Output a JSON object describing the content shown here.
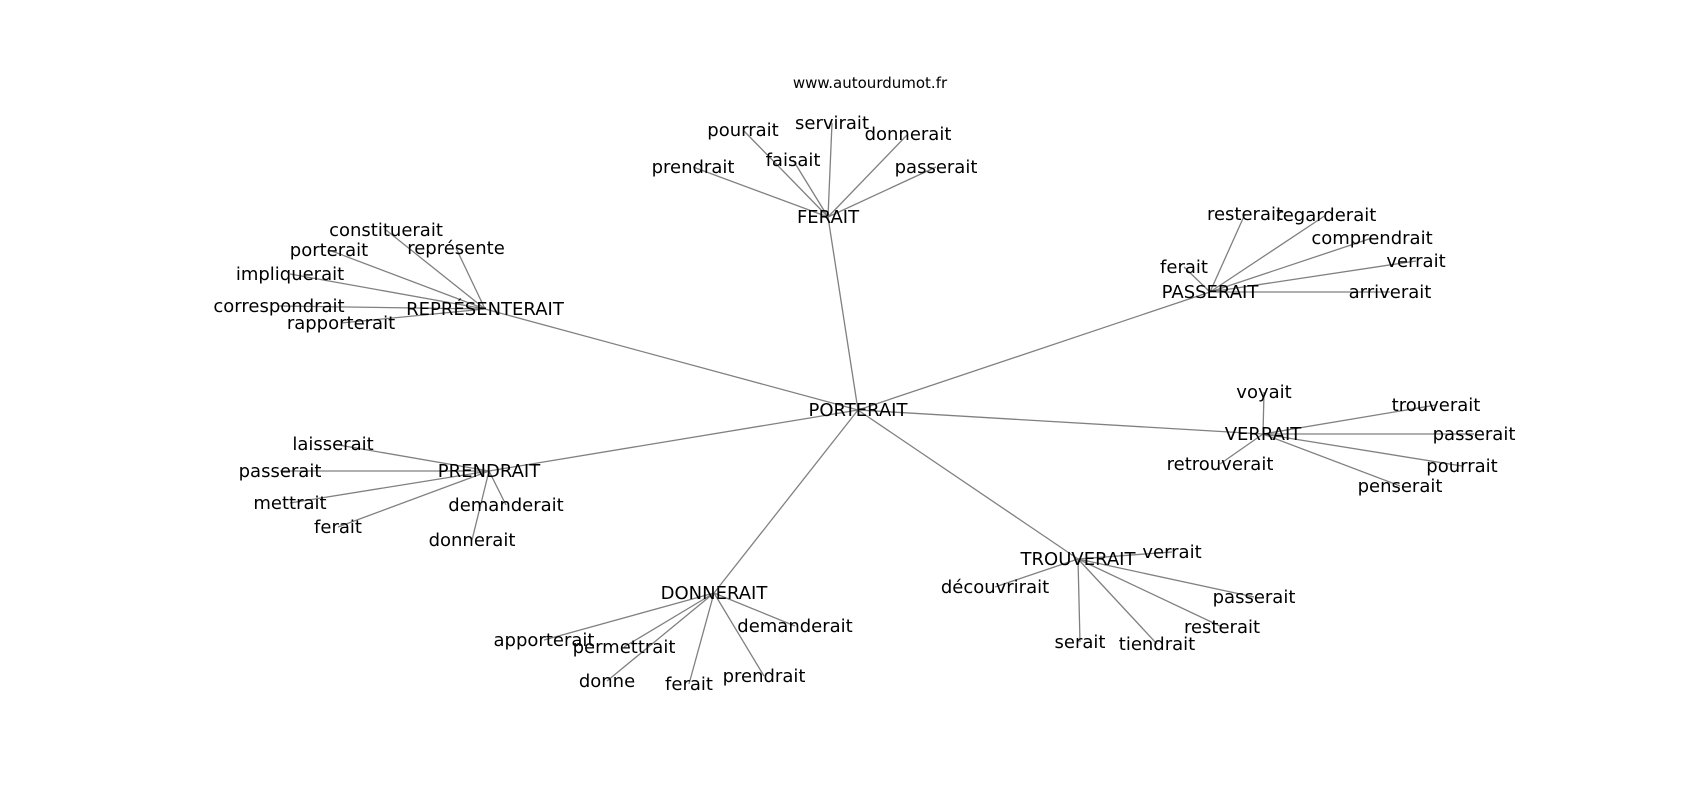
{
  "source": "www.autourdumot.fr",
  "root": "PORTERAIT",
  "clusters": [
    {
      "label": "FERAIT",
      "leaves": [
        "pourrait",
        "servirait",
        "donnerait",
        "faisait",
        "prendrait",
        "passerait"
      ]
    },
    {
      "label": "PASSERAIT",
      "leaves": [
        "resterait",
        "regarderait",
        "comprendrait",
        "ferait",
        "verrait",
        "arriverait"
      ]
    },
    {
      "label": "REPRÉSENTERAIT",
      "leaves": [
        "constituerait",
        "porterait",
        "représente",
        "impliquerait",
        "correspondrait",
        "rapporterait"
      ]
    },
    {
      "label": "VERRAIT",
      "leaves": [
        "voyait",
        "trouverait",
        "passerait",
        "retrouverait",
        "pourrait",
        "penserait"
      ]
    },
    {
      "label": "PRENDRAIT",
      "leaves": [
        "laisserait",
        "passerait",
        "mettrait",
        "demanderait",
        "ferait",
        "donnerait"
      ]
    },
    {
      "label": "TROUVERAIT",
      "leaves": [
        "verrait",
        "découvrirait",
        "passerait",
        "resterait",
        "serait",
        "tiendrait"
      ]
    },
    {
      "label": "DONNERAIT",
      "leaves": [
        "demanderait",
        "apporterait",
        "permettrait",
        "donne",
        "ferait",
        "prendrait"
      ]
    }
  ]
}
